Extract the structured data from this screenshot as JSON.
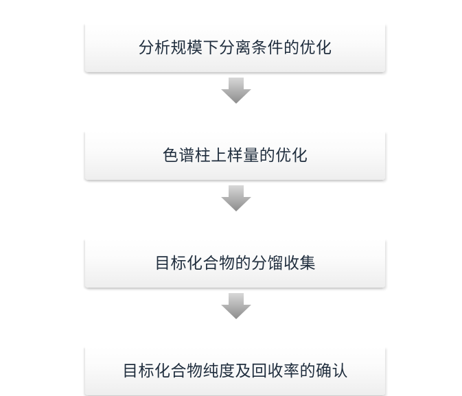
{
  "steps": [
    {
      "label": "分析规模下分离条件的优化"
    },
    {
      "label": "色谱柱上样量的优化"
    },
    {
      "label": "目标化合物的分馏收集"
    },
    {
      "label": "目标化合物纯度及回收率的确认"
    }
  ],
  "icons": {
    "arrow": "down-arrow-icon"
  },
  "colors": {
    "text": "#1f2d3d",
    "arrow_light": "#d5d5d5",
    "arrow_dark": "#8a8a8a"
  }
}
